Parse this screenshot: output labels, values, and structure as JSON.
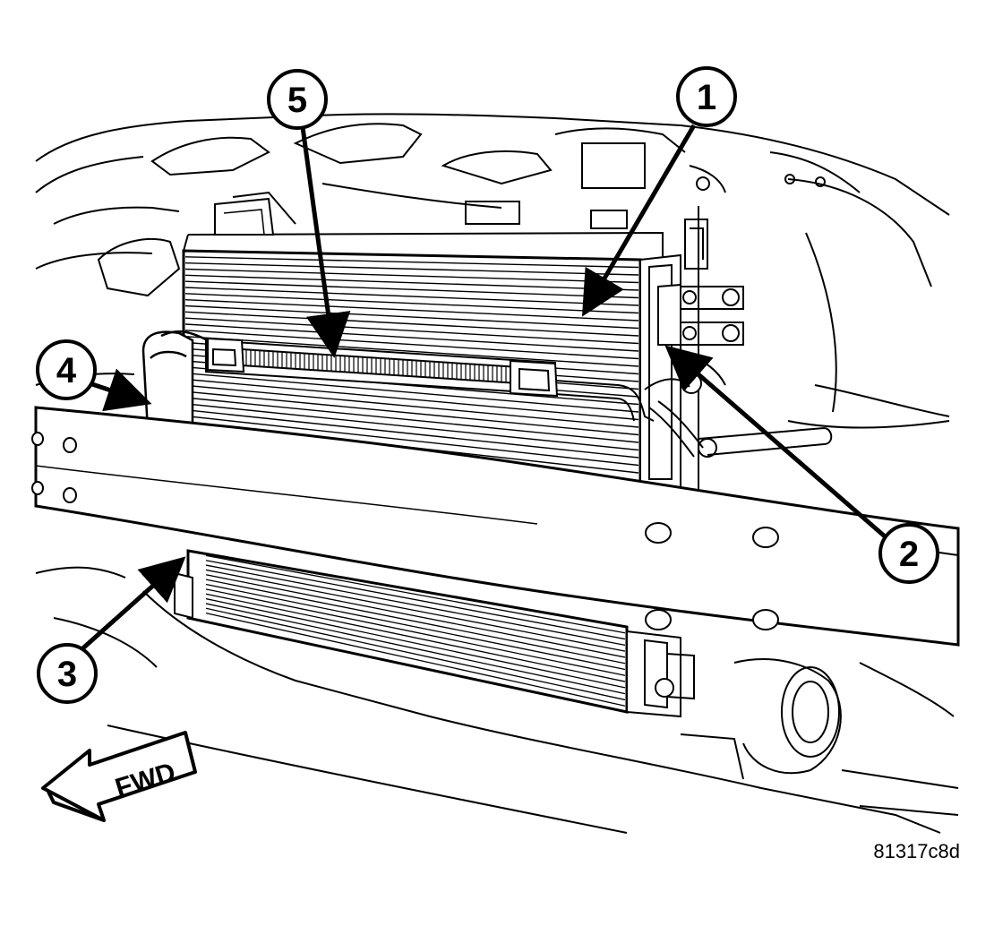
{
  "figure": {
    "callouts": [
      {
        "id": "1",
        "label": "1"
      },
      {
        "id": "2",
        "label": "2"
      },
      {
        "id": "3",
        "label": "3"
      },
      {
        "id": "4",
        "label": "4"
      },
      {
        "id": "5",
        "label": "5"
      }
    ],
    "direction_label": "FWD",
    "figure_id": "81317c8d"
  },
  "colors": {
    "line": "#000000",
    "background": "#ffffff"
  }
}
